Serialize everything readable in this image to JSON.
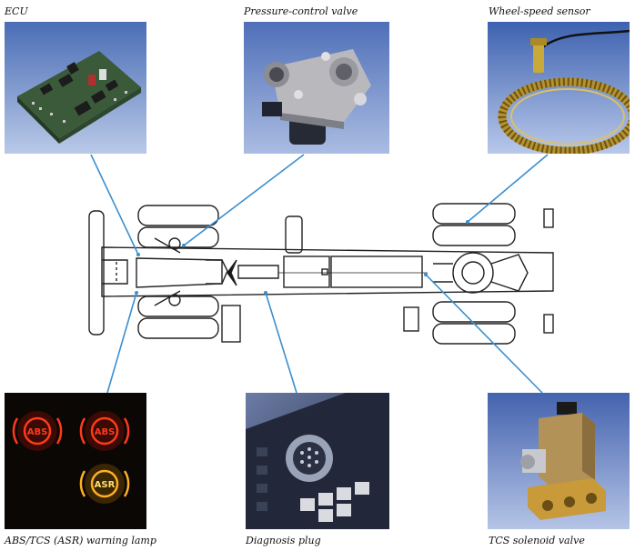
{
  "labels": {
    "ecu": "ECU",
    "pressure_control_valve": "Pressure-control valve",
    "wheel_speed_sensor": "Wheel-speed sensor",
    "warning_lamp": "ABS/TCS (ASR) warning lamp",
    "diagnosis_plug": "Diagnosis plug",
    "tcs_solenoid_valve": "TCS solenoid valve"
  },
  "lamps": {
    "abs_left": "ABS",
    "abs_right": "ABS",
    "asr": "ASR"
  },
  "colors": {
    "leader_line": "#3a8fd0",
    "lamp_red": "#ff3a1a",
    "lamp_amber": "#ffb020",
    "photo_bg_blue": "#6e8fc8"
  }
}
